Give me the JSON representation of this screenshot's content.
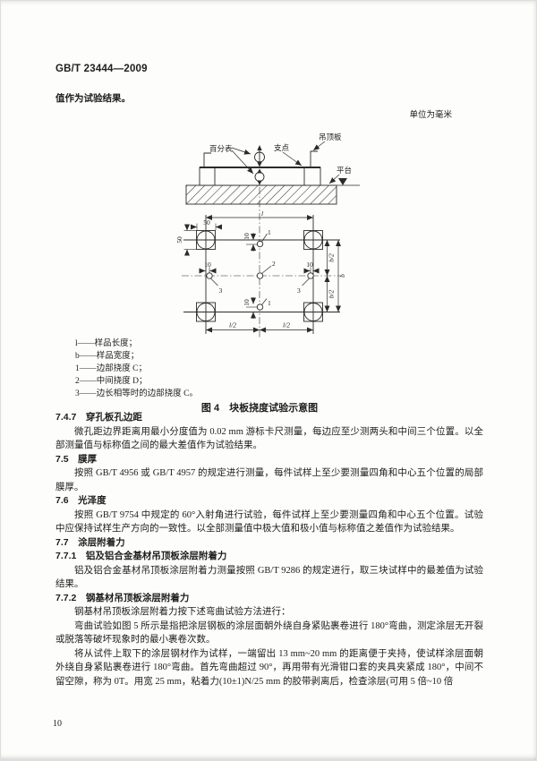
{
  "header": {
    "doc_number": "GB/T 23444—2009"
  },
  "intro_text": "值作为试验结果。",
  "unit_note": "单位为毫米",
  "figure": {
    "caption": "图 4　块板挠度试验示意图",
    "labels": {
      "dial_gauge": "百分表",
      "fulcrum": "支点",
      "ceiling_panel": "吊顶板",
      "platform": "平台"
    },
    "dims": {
      "len": "l",
      "len_half": "l/2",
      "width_b": "b",
      "width_half": "b/2",
      "fifty": "50",
      "ten": "10",
      "p1": "1",
      "p2": "2",
      "p3": "3"
    },
    "legend": [
      "l——样品长度；",
      "b——样品宽度；",
      "1——边部挠度 C；",
      "2——中间挠度 D；",
      "3——边长相等时的边部挠度 C。"
    ]
  },
  "sections": [
    {
      "kind": "h",
      "text": "7.4.7　穿孔板孔边距"
    },
    {
      "kind": "p",
      "text": "微孔距边界距离用最小分度值为 0.02 mm 游标卡尺测量，每边应至少测两头和中间三个位置。以全部测量值与标称值之间的最大差值作为试验结果。"
    },
    {
      "kind": "h",
      "text": "7.5　膜厚"
    },
    {
      "kind": "p",
      "text": "按照 GB/T 4956 或 GB/T 4957 的规定进行测量，每件试样上至少要测量四角和中心五个位置的局部膜厚。"
    },
    {
      "kind": "h",
      "text": "7.6　光泽度"
    },
    {
      "kind": "p",
      "text": "按照 GB/T 9754 中规定的 60°入射角进行试验，每件试样上至少要测量四角和中心五个位置。试验中应保持试样生产方向的一致性。以全部测量值中极大值和极小值与标称值之差值作为试验结果。"
    },
    {
      "kind": "h",
      "text": "7.7　涂层附着力"
    },
    {
      "kind": "h",
      "text": "7.7.1　铝及铝合金基材吊顶板涂层附着力"
    },
    {
      "kind": "p",
      "text": "铝及铝合金基材吊顶板涂层附着力测量按照 GB/T 9286 的规定进行，取三块试样中的最差值为试验结果。"
    },
    {
      "kind": "h",
      "text": "7.7.2　钢基材吊顶板涂层附着力"
    },
    {
      "kind": "p",
      "text": "钢基材吊顶板涂层附着力按下述弯曲试验方法进行："
    },
    {
      "kind": "p",
      "text": "弯曲试验如图 5 所示是指把涂层钢板的涂层面朝外绕自身紧贴裹卷进行 180°弯曲，测定涂层无开裂或脱落等破坏现象时的最小裹卷次数。"
    },
    {
      "kind": "p",
      "text": "将从试件上取下的涂层钢材作为试样，一端留出 13 mm~20 mm 的距离便于夹持，使试样涂层面朝外绕自身紧贴裹卷进行 180°弯曲。首先弯曲超过 90°，再用带有光滑钳口套的夹具夹紧成 180°，中间不留空隙，称为 0T。用宽 25 mm，粘着力(10±1)N/25 mm 的胶带剥离后，检查涂层(可用 5 倍~10 倍"
    }
  ],
  "page_number": "10"
}
